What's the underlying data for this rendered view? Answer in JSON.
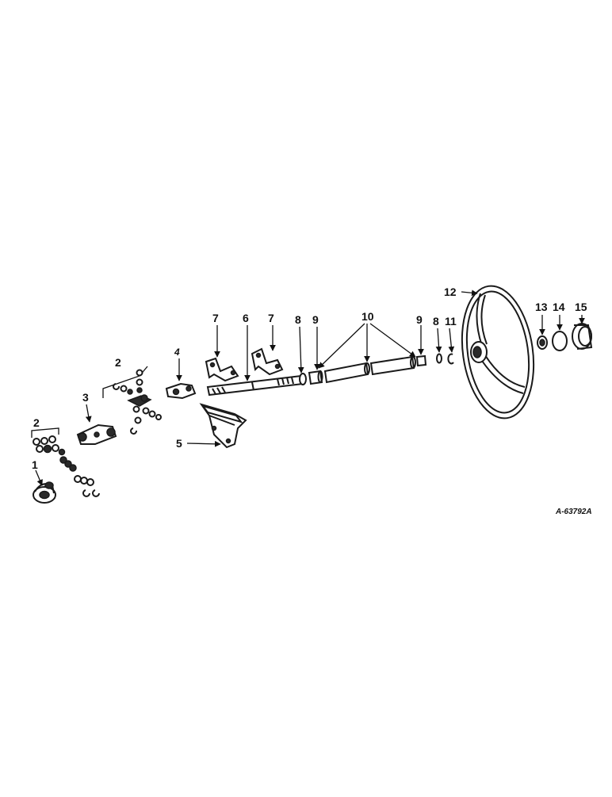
{
  "figure_code": "A-63792A",
  "callouts": [
    {
      "id": "c1",
      "label": "1"
    },
    {
      "id": "c2a",
      "label": "2"
    },
    {
      "id": "c2b",
      "label": "2"
    },
    {
      "id": "c3",
      "label": "3"
    },
    {
      "id": "c4",
      "label": "4"
    },
    {
      "id": "c5",
      "label": "5"
    },
    {
      "id": "c6",
      "label": "6"
    },
    {
      "id": "c7a",
      "label": "7"
    },
    {
      "id": "c7b",
      "label": "7"
    },
    {
      "id": "c8a",
      "label": "8"
    },
    {
      "id": "c8b",
      "label": "8"
    },
    {
      "id": "c9a",
      "label": "9"
    },
    {
      "id": "c9b",
      "label": "9"
    },
    {
      "id": "c10",
      "label": "10"
    },
    {
      "id": "c11",
      "label": "11"
    },
    {
      "id": "c12",
      "label": "12"
    },
    {
      "id": "c13",
      "label": "13"
    },
    {
      "id": "c14",
      "label": "14"
    },
    {
      "id": "c15",
      "label": "15"
    }
  ]
}
